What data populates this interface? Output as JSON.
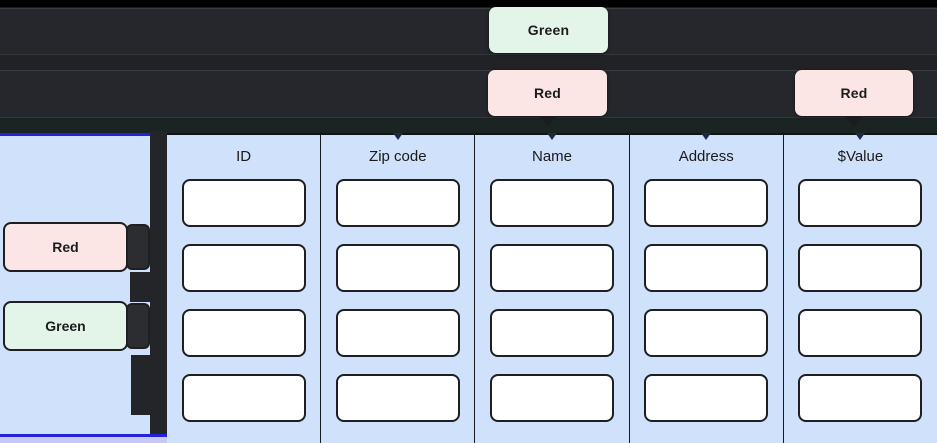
{
  "background": {
    "dark": "#1b1c1e",
    "band": "#25272c",
    "teal_strip": "#1a2422"
  },
  "colors": {
    "green_badge": "#e3f4e9",
    "red_badge": "#fbe5e5",
    "panel_blue": "#cfe1fb",
    "border_blue": "#2323dd",
    "cell_border": "#1d1f22",
    "cell_fill": "#ffffff"
  },
  "floating_badges": [
    {
      "label": "Green",
      "variant": "green",
      "pointer": false
    },
    {
      "label": "Red",
      "variant": "red",
      "pointer": true
    },
    {
      "label": "Red",
      "variant": "red",
      "pointer": true
    }
  ],
  "left_panel": {
    "badges": [
      {
        "label": "Red",
        "variant": "red"
      },
      {
        "label": "Green",
        "variant": "green"
      }
    ]
  },
  "table": {
    "columns": [
      {
        "header": "ID"
      },
      {
        "header": "Zip code"
      },
      {
        "header": "Name"
      },
      {
        "header": "Address"
      },
      {
        "header": "$Value"
      }
    ],
    "row_count": 4,
    "cell_value": ""
  }
}
